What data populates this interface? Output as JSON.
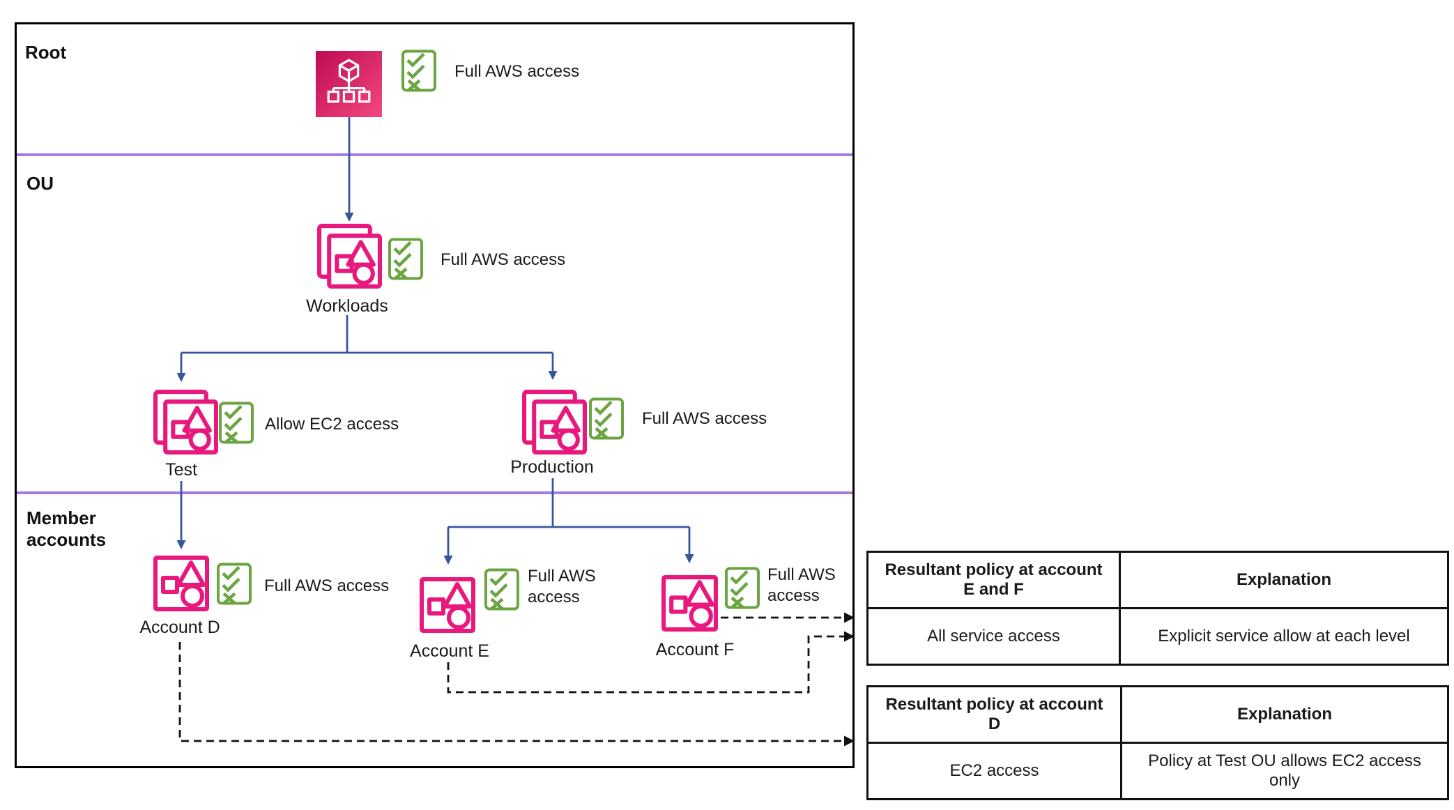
{
  "colors": {
    "icon_pink": "#E8187C",
    "org_gradient_start": "#BE0B53",
    "org_gradient_end": "#F2487F",
    "checklist_green": "#6BA542",
    "arrow_blue": "#35579A",
    "divider_purple": "#A678E8",
    "line_black": "#111111"
  },
  "diagram": {
    "sections": {
      "root": {
        "label": "Root"
      },
      "ou": {
        "label": "OU"
      },
      "member": {
        "label": "Member accounts"
      }
    },
    "nodes": {
      "root_org": {
        "policy": "Full AWS access",
        "icon": "aws-organizations-icon"
      },
      "workloads": {
        "label": "Workloads",
        "policy": "Full AWS access",
        "icon": "organizational-unit-icon"
      },
      "test": {
        "label": "Test",
        "policy": "Allow EC2 access",
        "icon": "organizational-unit-icon"
      },
      "production": {
        "label": "Production",
        "policy": "Full AWS access",
        "icon": "organizational-unit-icon"
      },
      "account_d": {
        "label": "Account D",
        "policy": "Full AWS access",
        "icon": "account-icon"
      },
      "account_e": {
        "label": "Account E",
        "policy": "Full AWS access",
        "icon": "account-icon"
      },
      "account_f": {
        "label": "Account F",
        "policy": "Full AWS access",
        "icon": "account-icon"
      }
    }
  },
  "tables": {
    "ef": {
      "headers": [
        "Resultant policy at account E and F",
        "Explanation"
      ],
      "rows": [
        [
          "All service access",
          "Explicit service allow at each level"
        ]
      ]
    },
    "d": {
      "headers": [
        "Resultant policy at account D",
        "Explanation"
      ],
      "rows": [
        [
          "EC2 access",
          "Policy at Test OU allows EC2 access only"
        ]
      ]
    }
  }
}
